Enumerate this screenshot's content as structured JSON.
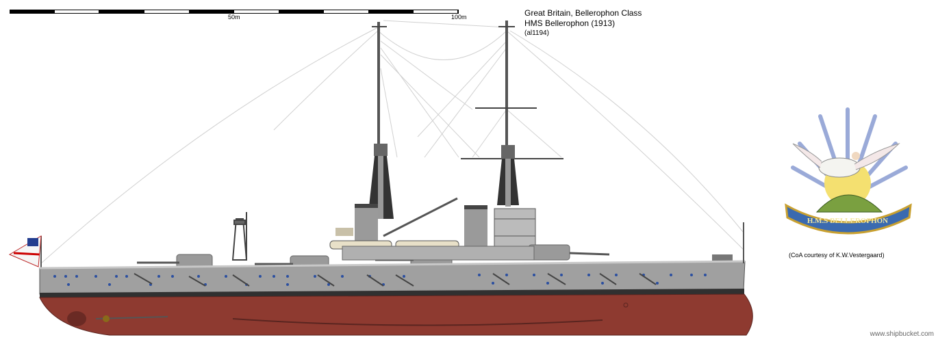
{
  "scale": {
    "label_mid": "50m",
    "label_end": "100m"
  },
  "title": {
    "line1": "Great Britain, Bellerophon Class",
    "line2": "HMS Bellerophon (1913)",
    "line3": "(al1194)"
  },
  "coa": {
    "motto": "H.M.S BELLEROPHON",
    "credit": "(CoA courtesy of  K.W.Vestergaard)"
  },
  "watermark": "www.shipbucket.com",
  "colors": {
    "hull_red": "#8e3a30",
    "upper_hull": "#a0a0a0",
    "boot_black": "#303030",
    "superstructure": "#b0b0b0",
    "deck_line": "#c8c8c8",
    "rigging": "#c8c8c8"
  }
}
